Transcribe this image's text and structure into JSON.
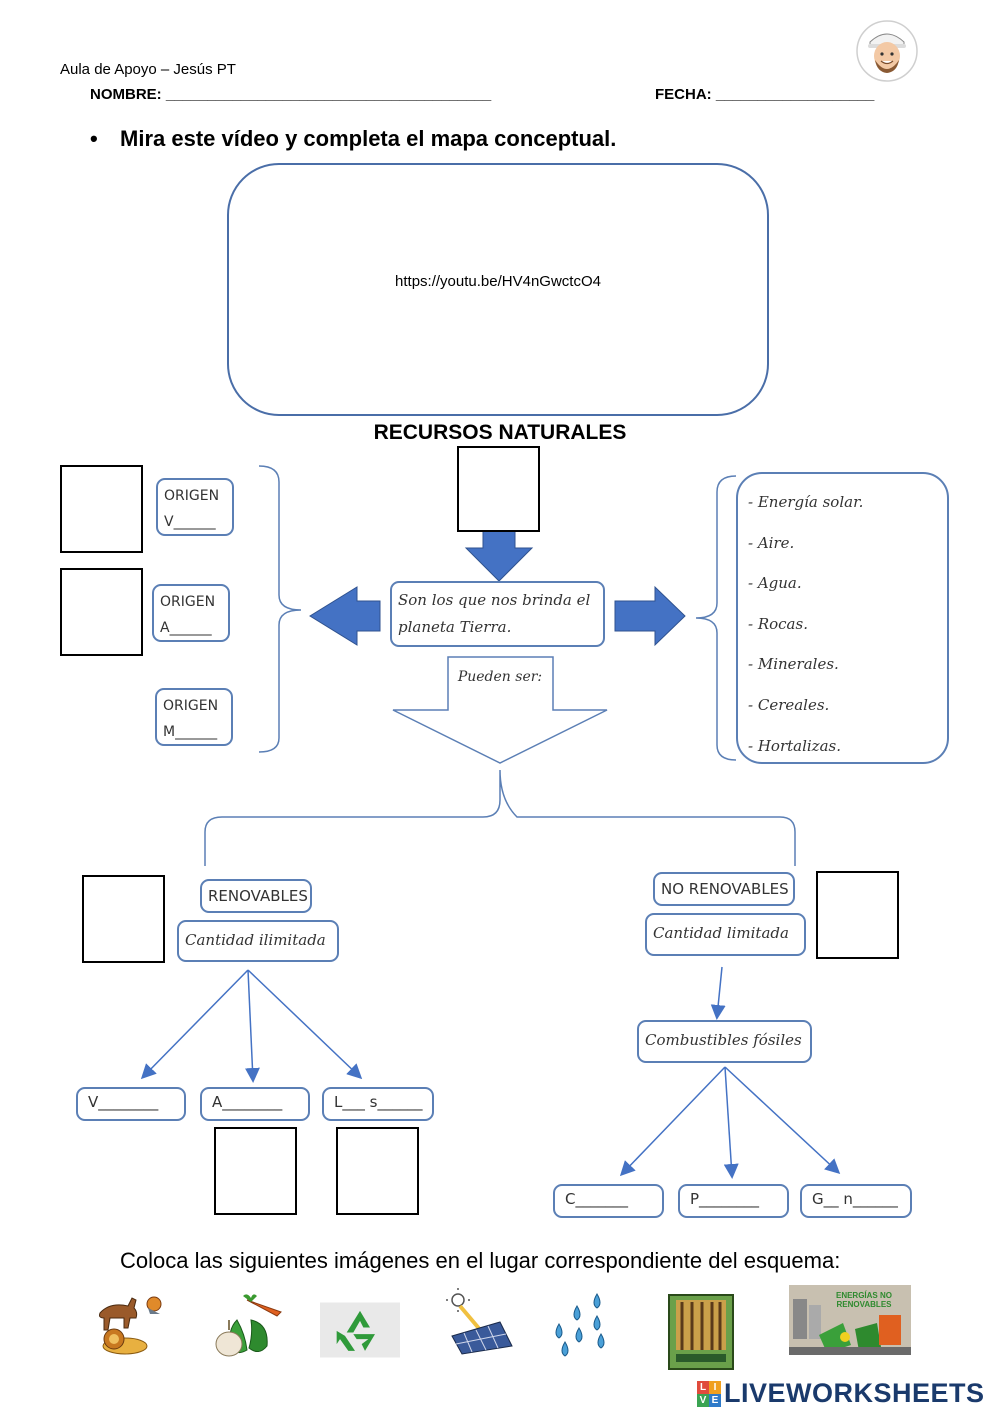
{
  "header": {
    "school": "Aula de Apoyo – Jesús PT",
    "name_label": "NOMBRE: _______________________________________",
    "date_label": "FECHA: ___________________"
  },
  "instruction": "Mira este vídeo y completa el mapa conceptual.",
  "video": {
    "url": "https://youtu.be/HV4nGwctcO4"
  },
  "map": {
    "title": "RECURSOS NATURALES",
    "center_text": "Son los que nos brinda el planeta Tierra.",
    "pueden_ser": "Pueden ser:",
    "origins": [
      {
        "title": "ORIGEN",
        "blank": "V______"
      },
      {
        "title": "ORIGEN",
        "blank": "A______"
      },
      {
        "title": "ORIGEN",
        "blank": "M______"
      }
    ],
    "examples": [
      "- Energía solar.",
      "- Aire.",
      "- Agua.",
      "- Rocas.",
      "- Minerales.",
      "- Cereales.",
      "- Hortalizas."
    ],
    "renewable": {
      "title": "RENOVABLES",
      "subtitle": "Cantidad ilimitada",
      "blanks": [
        "V________",
        "A________",
        "L___ s______"
      ]
    },
    "non_renewable": {
      "title": "NO RENOVABLES",
      "subtitle": "Cantidad limitada",
      "fossil": "Combustibles fósiles",
      "blanks": [
        "C_______",
        "P________",
        "G__ n______"
      ]
    }
  },
  "images_instruction": "Coloca las siguientes imágenes en el lugar correspondiente del esquema:",
  "images": [
    {
      "icon": "animals-icon"
    },
    {
      "icon": "vegetables-icon"
    },
    {
      "icon": "recycle-icon"
    },
    {
      "icon": "solar-panel-icon"
    },
    {
      "icon": "water-drops-icon"
    },
    {
      "icon": "forest-icon"
    },
    {
      "icon": "non-renewable-energy-icon",
      "caption": "ENERGÍAS NO RENOVABLES"
    }
  ],
  "logo": {
    "badge": [
      "L",
      "I",
      "V",
      "E"
    ],
    "text": "LIVEWORKSHEETS"
  },
  "colors": {
    "accent_blue": "#4472c4",
    "line_blue": "#5b7fb5",
    "logo_navy": "#1a3a6c"
  }
}
